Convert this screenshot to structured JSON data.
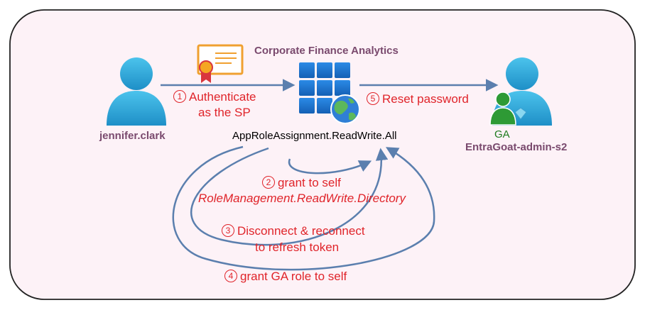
{
  "app_title": "Corporate Finance Analytics",
  "users": {
    "attacker": "jennifer.clark",
    "target_role": "GA",
    "target": "EntraGoat-admin-s2"
  },
  "permission": "AppRoleAssignment.ReadWrite.All",
  "steps": [
    {
      "num": "1",
      "line1": "Authenticate",
      "line2": "as the SP"
    },
    {
      "num": "2",
      "line1": "grant to self",
      "line2": "RoleManagement.ReadWrite.Directory"
    },
    {
      "num": "3",
      "line1": "Disconnect & reconnect",
      "line2": "to refresh token"
    },
    {
      "num": "4",
      "line1": "grant GA role to self"
    },
    {
      "num": "5",
      "line1": "Reset password"
    }
  ],
  "colors": {
    "panel_fill": "#fdf2f7",
    "panel_border": "#222222",
    "arrow": "#5b7fae",
    "step_text": "#e0242a",
    "user_label": "#7a4a6e",
    "ga_label": "#1e7a1e",
    "user_icon": "#29a8d8",
    "app_tile": "#1f78d6"
  },
  "icons": [
    "user-icon",
    "certificate-icon",
    "app-registration-icon",
    "globe-icon",
    "admin-user-icon",
    "admin-badge-icon"
  ]
}
